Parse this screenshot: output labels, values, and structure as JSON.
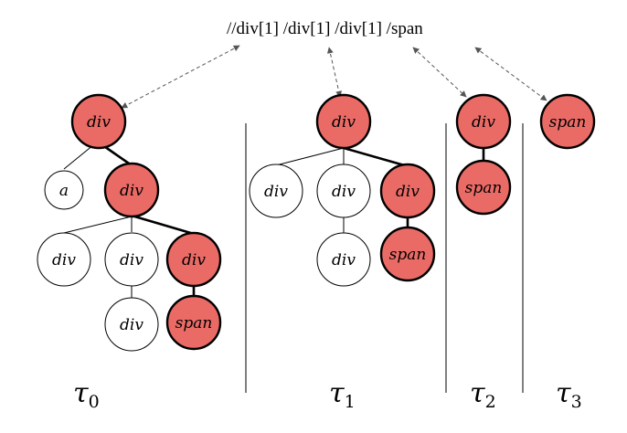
{
  "xpath": {
    "full": "//div[1] /div[1] /div[1] /span",
    "segments": [
      "//div[1]",
      "/div[1]",
      "/div[1]",
      "/span"
    ]
  },
  "colors": {
    "highlight_fill": "#ea6b66",
    "plain_fill": "#ffffff",
    "stroke": "#000000",
    "arrow": "#555555"
  },
  "panels": [
    {
      "symbol": "τ",
      "subscript": "0"
    },
    {
      "symbol": "τ",
      "subscript": "1"
    },
    {
      "symbol": "τ",
      "subscript": "2"
    },
    {
      "symbol": "τ",
      "subscript": "3"
    }
  ],
  "trees": {
    "t0": {
      "root": "div",
      "children": [
        "a",
        "div"
      ],
      "div_children": [
        "div",
        "div",
        "div"
      ],
      "grandchildren": [
        "div",
        "span"
      ]
    },
    "t1": {
      "root": "div",
      "children": [
        "div",
        "div",
        "div"
      ],
      "grandchildren": [
        "div",
        "span"
      ]
    },
    "t2": {
      "root": "div",
      "children": [
        "span"
      ]
    },
    "t3": {
      "root": "span"
    }
  }
}
